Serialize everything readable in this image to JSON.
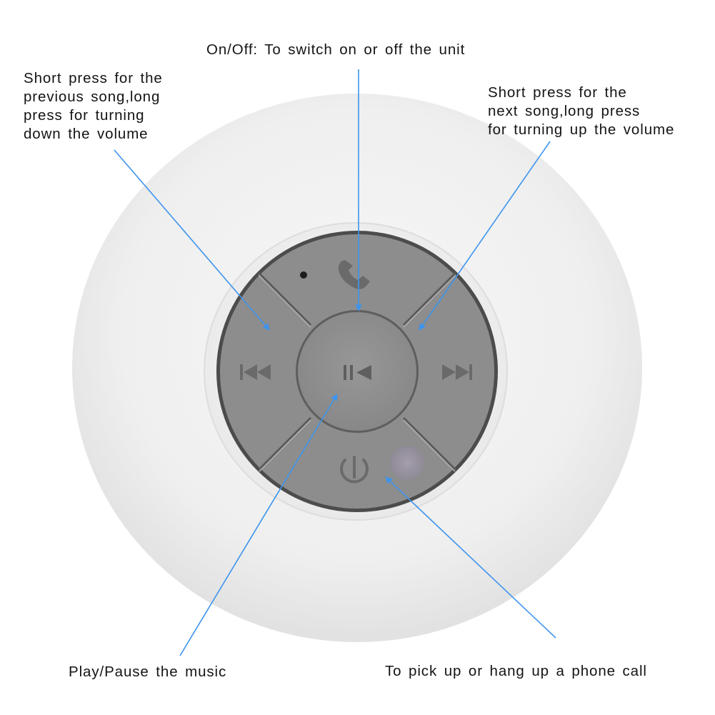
{
  "callouts": {
    "power": "On/Off: To switch on or off the unit",
    "previous": "Short press for the\nprevious song,long\npress for turning\ndown the volume",
    "next": "Short press for the\nnext song,long press\nfor turning up the volume",
    "play_pause": "Play/Pause the music",
    "phone": "To pick up or hang up a phone call"
  },
  "icons": {
    "top_button": "phone-icon",
    "left_button": "previous-track-icon",
    "right_button": "next-track-icon",
    "center_button": "play-pause-icon",
    "bottom_button": "power-icon",
    "microphone": "microphone-dot"
  },
  "colors": {
    "speaker_body": "#eeeeee",
    "button_panel": "#8d8d8d",
    "panel_groove": "#555555",
    "icon": "#6a6a6a",
    "leader_line": "#3d94ee",
    "text": "#141414"
  }
}
